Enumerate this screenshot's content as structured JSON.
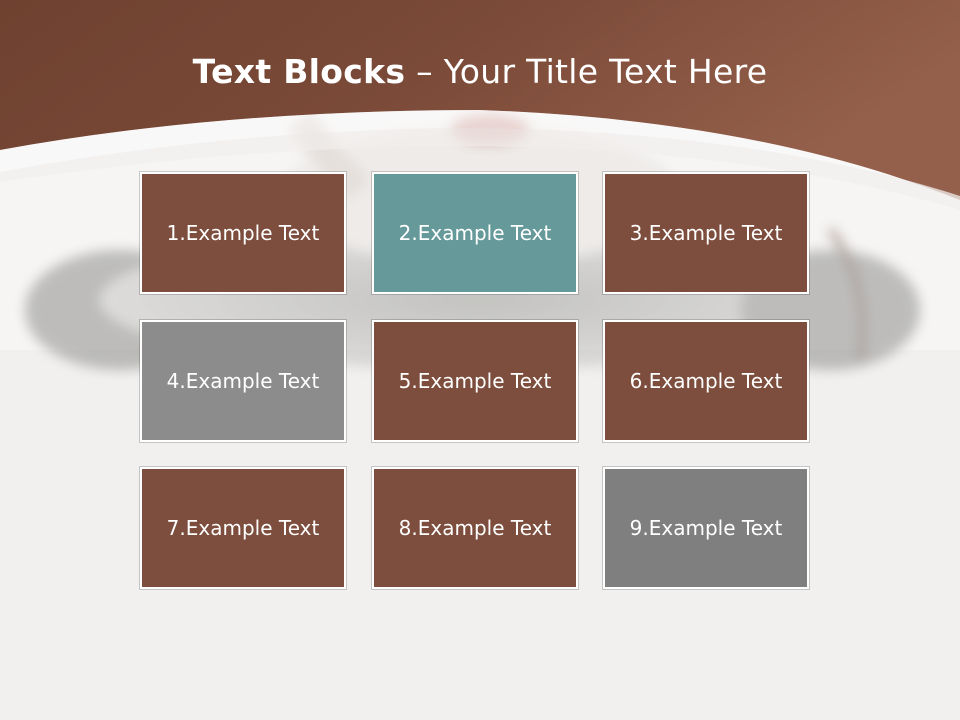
{
  "slide": {
    "title_bold": "Text Blocks",
    "title_separator": " – ",
    "title_rest": "Your Title Text Here"
  },
  "colors": {
    "header_brown": "#7a4a38",
    "block_brown": "#7d4e3d",
    "block_teal": "#66999a",
    "block_grey_light": "#8c8c8c",
    "block_grey": "#7f7f7f",
    "border": "#ffffff",
    "background": "#f5f4f3"
  },
  "blocks": [
    {
      "label": "1.Example Text",
      "color": "#7d4e3d"
    },
    {
      "label": "2.Example Text",
      "color": "#66999a"
    },
    {
      "label": "3.Example Text",
      "color": "#7d4e3d"
    },
    {
      "label": "4.Example Text",
      "color": "#8c8c8c"
    },
    {
      "label": "5.Example Text",
      "color": "#7d4e3d"
    },
    {
      "label": "6.Example Text",
      "color": "#7d4e3d"
    },
    {
      "label": "7.Example Text",
      "color": "#7d4e3d"
    },
    {
      "label": "8.Example Text",
      "color": "#7d4e3d"
    },
    {
      "label": "9.Example Text",
      "color": "#7f7f7f"
    }
  ]
}
